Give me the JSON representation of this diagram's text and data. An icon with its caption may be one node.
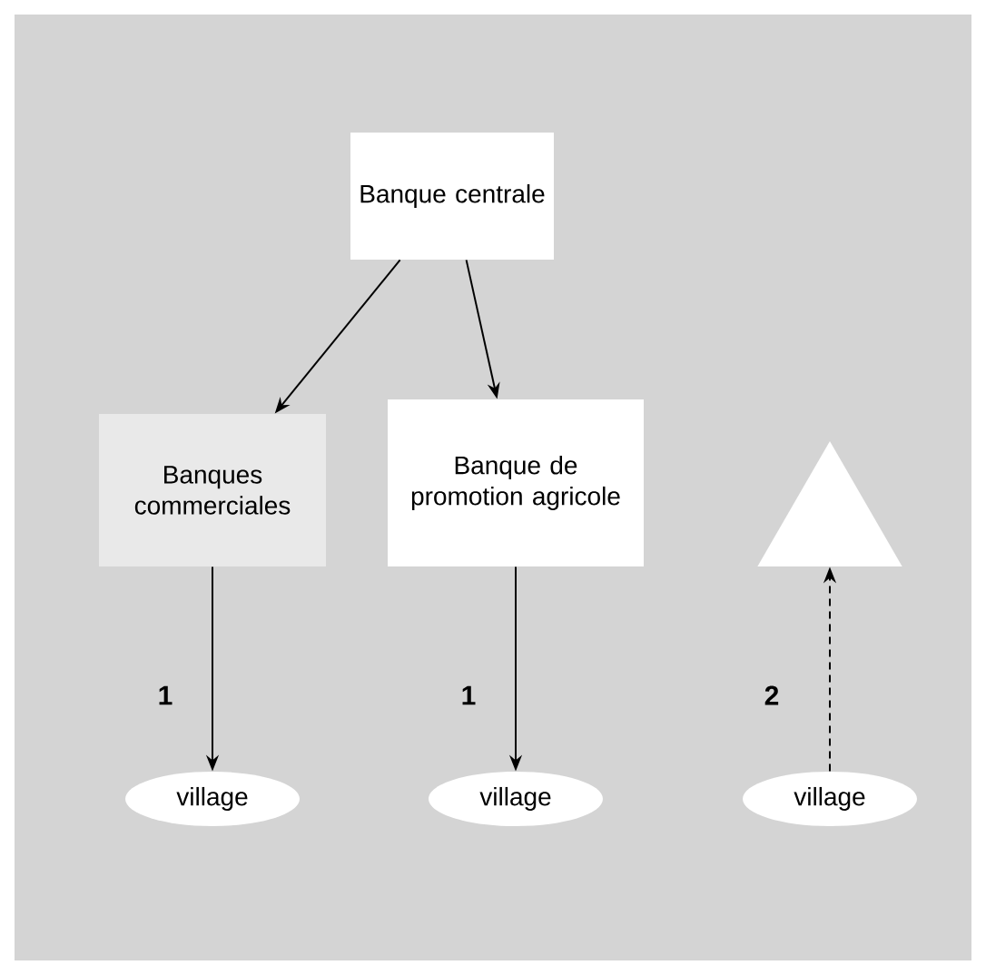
{
  "diagram": {
    "nodes": [
      {
        "text": [
          "Banque centrale"
        ]
      },
      {
        "text": [
          "Banques commerciales"
        ]
      },
      {
        "text": [
          "Banque de promotion agricole"
        ]
      },
      {
        "text": [],
        "shape": "triangle"
      },
      {
        "text": [
          "village"
        ]
      },
      {
        "text": [
          "village"
        ]
      },
      {
        "text": [
          "village"
        ]
      }
    ],
    "edges": [
      {
        "from": 0,
        "to": 1,
        "arrow": "to"
      },
      {
        "from": 0,
        "to": 2,
        "arrow": "to"
      },
      {
        "from": 1,
        "to": 4,
        "arrow": "to",
        "label": "1"
      },
      {
        "from": 2,
        "to": 5,
        "arrow": "to",
        "label": "1"
      },
      {
        "from": 6,
        "to": 3,
        "arrow": "to",
        "label": "2",
        "style": "dashed"
      }
    ]
  }
}
